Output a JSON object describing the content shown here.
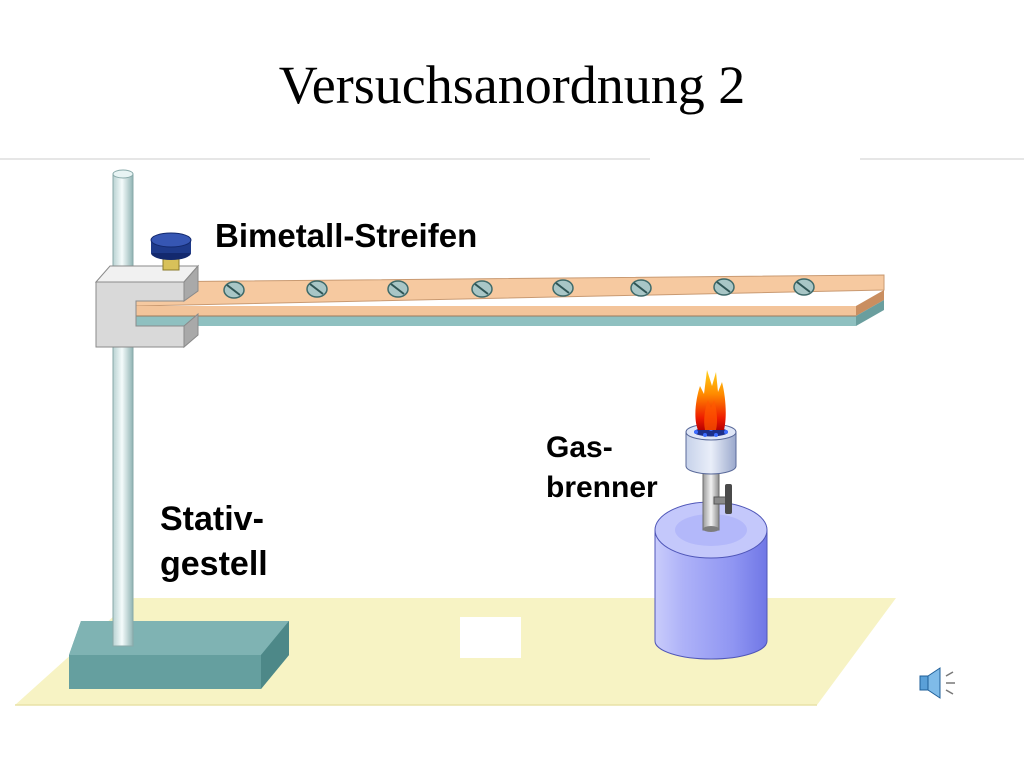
{
  "slide": {
    "title": "Versuchsanordnung 2"
  },
  "labels": {
    "bimetal_strip": "Bimetall-Streifen",
    "burner_line1": "Gas-",
    "burner_line2": "brenner",
    "stand_line1": "Stativ-",
    "stand_line2": "gestell"
  },
  "icons": {
    "sound": "speaker-icon"
  },
  "colors": {
    "strip_copper": "#f6c9a0",
    "strip_steel": "#8fc0c0",
    "tabletop": "#f7f3c4",
    "stand_base": "#6aa6a6",
    "burner_body": "#8f95f2",
    "clamp": "#dcdcdc",
    "knob": "#1e3a8a"
  }
}
